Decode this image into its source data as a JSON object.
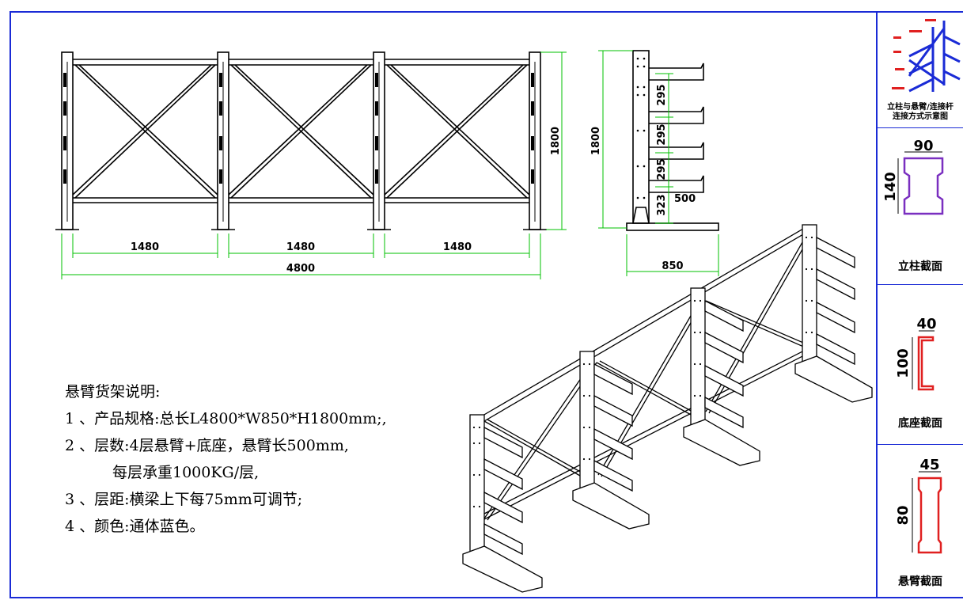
{
  "front_view": {
    "bay_widths": [
      "1480",
      "1480",
      "1480"
    ],
    "total_length": "4800",
    "height": "1800"
  },
  "side_view": {
    "height": "1800",
    "level_spacings": [
      "295",
      "295",
      "295"
    ],
    "bottom_spacing": "323",
    "arm_length": "500",
    "base_depth": "850"
  },
  "notes": {
    "title": "悬臂货架说明:",
    "lines": [
      "1 、产品规格:总长L4800*W850*H1800mm;,",
      "2 、层数:4层悬臂+底座，悬臂长500mm,",
      "   每层承重1000KG/层,",
      "3 、层距:横梁上下每75mm可调节;",
      "4 、颜色:通体蓝色。"
    ]
  },
  "sidebar": {
    "connection_caption_1": "立柱与悬臂/连接杆",
    "connection_caption_2": "连接方式示意图",
    "column_section": {
      "width": "90",
      "height": "140",
      "caption": "立柱截面"
    },
    "base_section": {
      "width": "40",
      "height": "100",
      "caption": "底座截面"
    },
    "arm_section": {
      "width": "45",
      "height": "80",
      "caption": "悬臂截面"
    }
  },
  "colors": {
    "frame": "#1a2bd6",
    "dimension": "#00c000",
    "column_section": "#7a2fc0",
    "base_section": "#e02020",
    "arm_section": "#e02020"
  }
}
